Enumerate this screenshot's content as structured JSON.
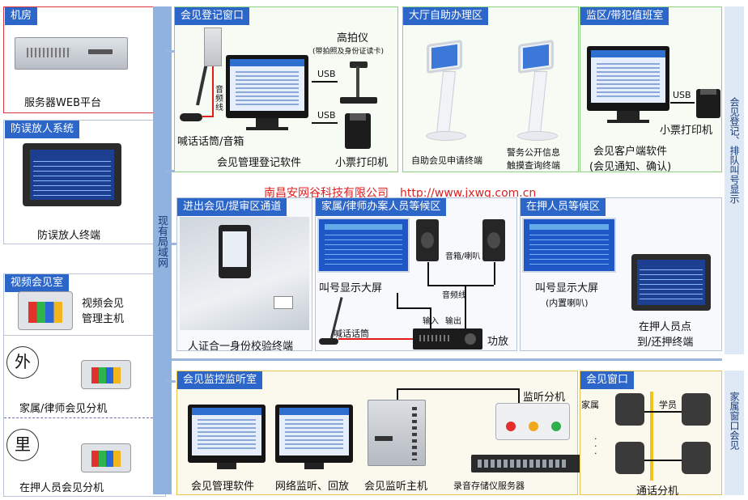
{
  "colors": {
    "header_blue": "#2c66c8",
    "lan_blue": "#8fb2de",
    "red_accent": "#e31b1b",
    "green_border": "#8ccf7e",
    "yellow_border": "#e6c44b"
  },
  "left": {
    "server_room": {
      "title": "机房",
      "caption": "服务器WEB平台"
    },
    "anti_release": {
      "title": "防误放人系统",
      "caption": "防误放人终端"
    },
    "video_visit": {
      "title": "视频会见室",
      "host_line1": "视频会见",
      "host_line2": "管理主机"
    },
    "outside": {
      "badge": "外",
      "caption": "家属/律师会见分机"
    },
    "inside": {
      "badge": "里",
      "caption": "在押人员会见分机"
    }
  },
  "lan_label": "现有局域网",
  "registration": {
    "title": "会见登记窗口",
    "camera_title": "高拍仪",
    "camera_note": "(带拍照及身份证读卡)",
    "usb1": "USB",
    "usb2": "USB",
    "audio_line": "音频线",
    "mic_caption": "喊话话筒/音箱",
    "software_caption": "会见管理登记软件",
    "printer_caption": "小票打印机"
  },
  "hall": {
    "title": "大厅自助办理区",
    "kiosk1": "自助会见申请终端",
    "kiosk2_line1": "警务公开信息",
    "kiosk2_line2": "触摸查询终端"
  },
  "duty": {
    "title": "监区/带犯值班室",
    "usb": "USB",
    "printer_caption": "小票打印机",
    "client_line1": "会见客户端软件",
    "client_line2": "(会见通知、确认)"
  },
  "right_top_label": "会见登记、排队叫号显示",
  "watermark": "南昌安网谷科技有限公司　http://www.jxwg.com.cn",
  "entry": {
    "title": "进出会见/提审区通道",
    "caption": "人证合一身份校验终端"
  },
  "family_wait": {
    "title": "家属/律师办案人员等候区",
    "screen_caption": "叫号显示大屏",
    "speaker_label": "音箱/喇叭",
    "audio_line": "音频线",
    "input": "输入",
    "output": "输出",
    "mic_caption": "喊话话筒",
    "amp_caption": "功放"
  },
  "detainee_wait": {
    "title": "在押人员等候区",
    "screen_caption": "叫号显示大屏",
    "screen_note": "(内置喇叭)",
    "terminal_line1": "在押人员点",
    "terminal_line2": "到/还押终端"
  },
  "monitor_room": {
    "title": "会见监控监听室",
    "software_caption": "会见管理软件",
    "network_caption": "网络监听、回放",
    "host_caption": "会见监听主机",
    "extension_caption": "监听分机",
    "recorder_caption": "录音存储仪服务器"
  },
  "visit_window": {
    "title": "会见窗口",
    "family": "家属",
    "student": "学员",
    "dots": "·\n·\n·",
    "caption": "通话分机"
  },
  "right_bottom_label": "家属窗口会见"
}
